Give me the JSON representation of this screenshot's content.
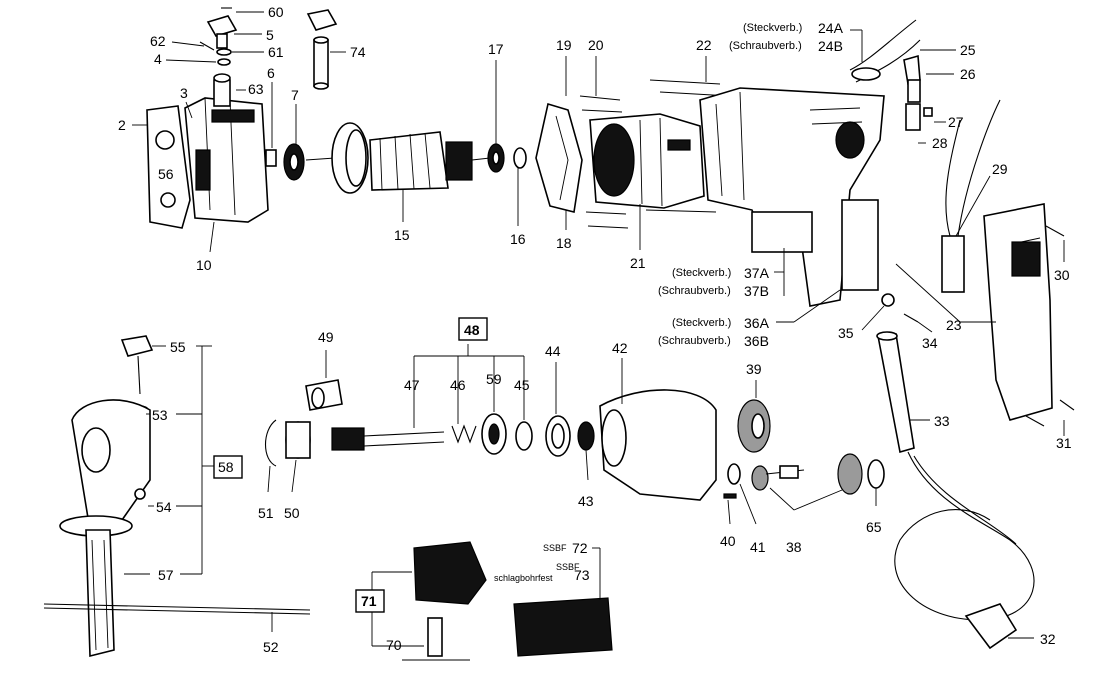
{
  "labels": {
    "p60": "60",
    "p5": "5",
    "p62": "62",
    "p61": "61",
    "p4": "4",
    "p74": "74",
    "p63": "63",
    "p6": "6",
    "p7": "7",
    "p3": "3",
    "p2": "2",
    "p56": "56",
    "p10": "10",
    "p15": "15",
    "p17": "17",
    "p16": "16",
    "p19": "19",
    "p20": "20",
    "p18": "18",
    "p21": "21",
    "p22": "22",
    "p24": "24A",
    "p24b": "24B",
    "p25": "25",
    "p26": "26",
    "p27": "27",
    "p28": "28",
    "p29": "29",
    "p30": "30",
    "p37a": "37A",
    "p37b": "37B",
    "p36a": "36A",
    "p36b": "36B",
    "p35": "35",
    "p34": "34",
    "p23": "23",
    "p33": "33",
    "p31": "31",
    "p32": "32",
    "p55": "55",
    "p53": "53",
    "p58": "58",
    "p54": "54",
    "p57": "57",
    "p52": "52",
    "p49": "49",
    "p48": "48",
    "p47": "47",
    "p46": "46",
    "p59": "59",
    "p45": "45",
    "p44": "44",
    "p42": "42",
    "p39": "39",
    "p51": "51",
    "p50": "50",
    "p43": "43",
    "p40": "40",
    "p41": "41",
    "p38": "38",
    "p65": "65",
    "p72": "72",
    "p73": "73",
    "p71": "71",
    "p70": "70"
  },
  "annotations": {
    "steckverb": "(Steckverb.)",
    "schraubverb": "(Schraubverb.)",
    "ssbf": "SSBF",
    "schlagbohrfest": "schlagbohrfest"
  }
}
